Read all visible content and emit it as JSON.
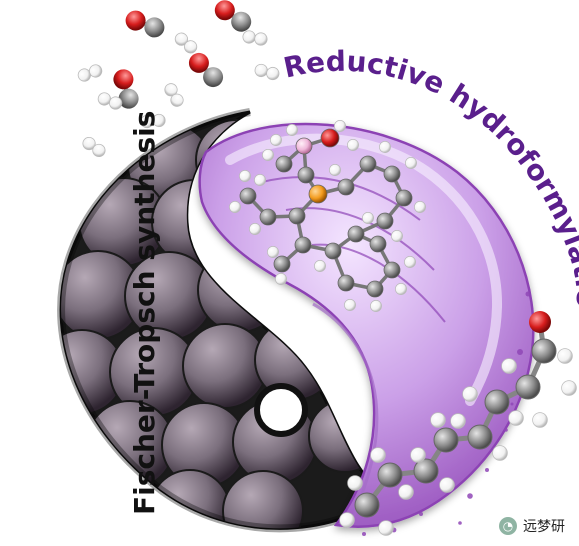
{
  "labels": {
    "left": "Fischer-Tropsch synthesis",
    "right": "Reductive hydroformylation"
  },
  "watermark": {
    "text": "远梦研",
    "icon": "wechat-icon"
  },
  "colors": {
    "purple_text": "#5a1f8c",
    "black_text": "#111111",
    "catalyst_sphere": "#7b6f7d",
    "liquid_purple": "#8f46b6",
    "oxygen": "#d71d1d",
    "carbon": "#8d8d8d",
    "hydrogen": "#f1f1f1",
    "phosphorus": "#f39c1f",
    "rhodium": "#efb7d9"
  }
}
